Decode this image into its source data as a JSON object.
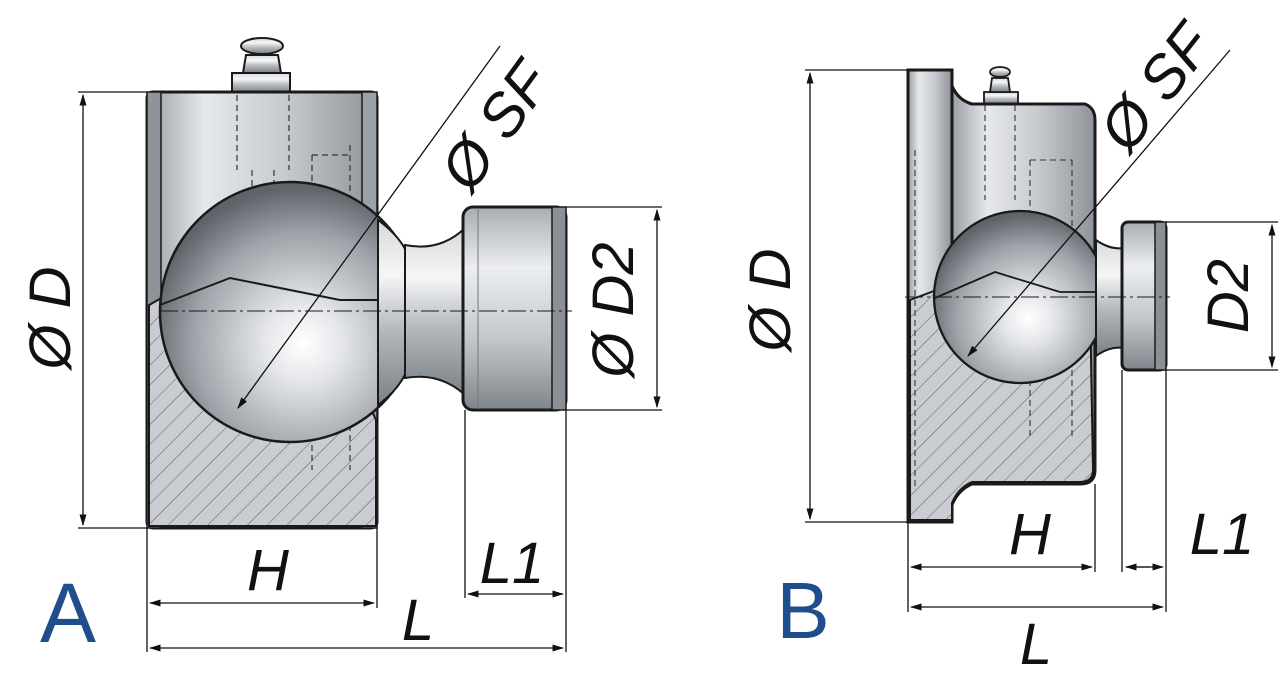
{
  "colors": {
    "outline": "#1a1a1a",
    "metal_light": "#eef0f2",
    "metal_mid": "#b9bdc2",
    "metal_dark": "#6c7177",
    "hatch": "#555555",
    "variant_label": "#1f4e8c",
    "dimension": "#111111"
  },
  "icons": {
    "grease_nipple": "grease-nipple-icon",
    "arrowhead": "arrowhead-icon"
  },
  "figure_a": {
    "variant_label": "A",
    "dim_diameter_d": "Ø D",
    "dim_diameter_sf": "Ø SF",
    "dim_diameter_d2": "Ø D2",
    "dim_h": "H",
    "dim_l": "L",
    "dim_l1": "L1"
  },
  "figure_b": {
    "variant_label": "B",
    "dim_diameter_d": "Ø D",
    "dim_diameter_sf": "Ø SF",
    "dim_d2": "D2",
    "dim_h": "H",
    "dim_l": "L",
    "dim_l1": "L1"
  }
}
